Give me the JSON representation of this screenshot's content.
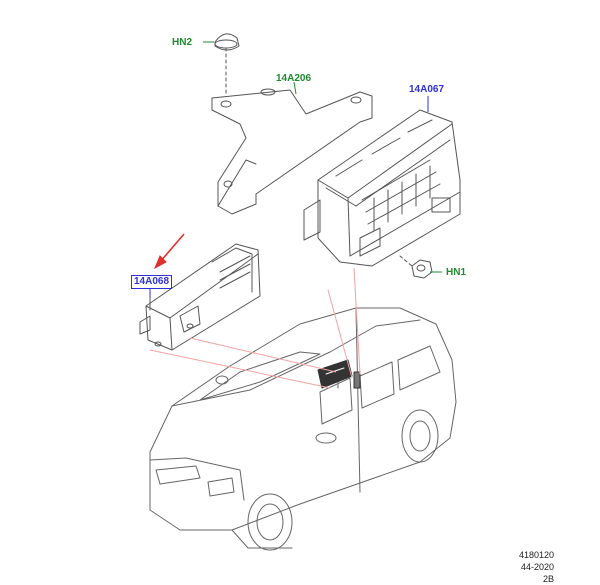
{
  "colors": {
    "green": "#1f8a2e",
    "blue": "#2f2fd8",
    "red": "#e0302b",
    "line": "#555555",
    "pink": "#f2a3a3"
  },
  "callouts": {
    "hn2": "HN2",
    "bracket": "14A206",
    "module_top": "14A067",
    "hn1": "HN1",
    "module_left": "14A068"
  },
  "footer": {
    "line1": "4180120",
    "line2": "44-2020",
    "line3": "2B"
  }
}
